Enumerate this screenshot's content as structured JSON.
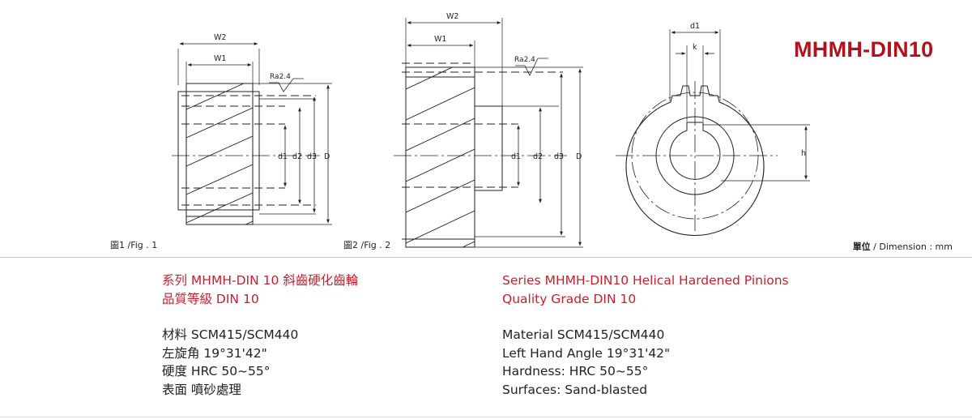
{
  "title": "MHMH-DIN10",
  "figure1": {
    "caption": "圖1 /Fig . 1",
    "labels": {
      "w2": "W2",
      "w1": "W1",
      "ra": "Ra2.4",
      "d1": "d1",
      "d2": "d2",
      "d3": "d3",
      "D": "D"
    }
  },
  "figure2": {
    "caption": "圖2 /Fig . 2",
    "labels": {
      "w2": "W2",
      "w1": "W1",
      "ra": "Ra2.4",
      "d1": "d1",
      "d2": "d2",
      "d3": "d3",
      "D": "D"
    }
  },
  "figure3": {
    "labels": {
      "d1": "d1",
      "k": "k",
      "h": "h"
    }
  },
  "dimension_note": {
    "cn": "單位",
    "en": " / Dimension : mm"
  },
  "spec_cn": {
    "series": "系列 MHMH-DIN 10  斜齒硬化齒輪",
    "quality": "品質等級 DIN 10",
    "material": "材料 SCM415/SCM440",
    "angle": "左旋角 19°31'42\"",
    "hardness": "硬度 HRC 50~55°",
    "surface": "表面 噴砂處理"
  },
  "spec_en": {
    "series": "Series MHMH-DIN10 Helical Hardened Pinions",
    "quality": "Quality Grade DIN 10",
    "material": "Material SCM415/SCM440",
    "angle": "Left Hand Angle 19°31'42\"",
    "hardness": "Hardness: HRC 50~55°",
    "surface": "Surfaces: Sand-blasted"
  },
  "colors": {
    "title": "#b3121d",
    "accent_text": "#c8202c",
    "line": "#222222"
  }
}
